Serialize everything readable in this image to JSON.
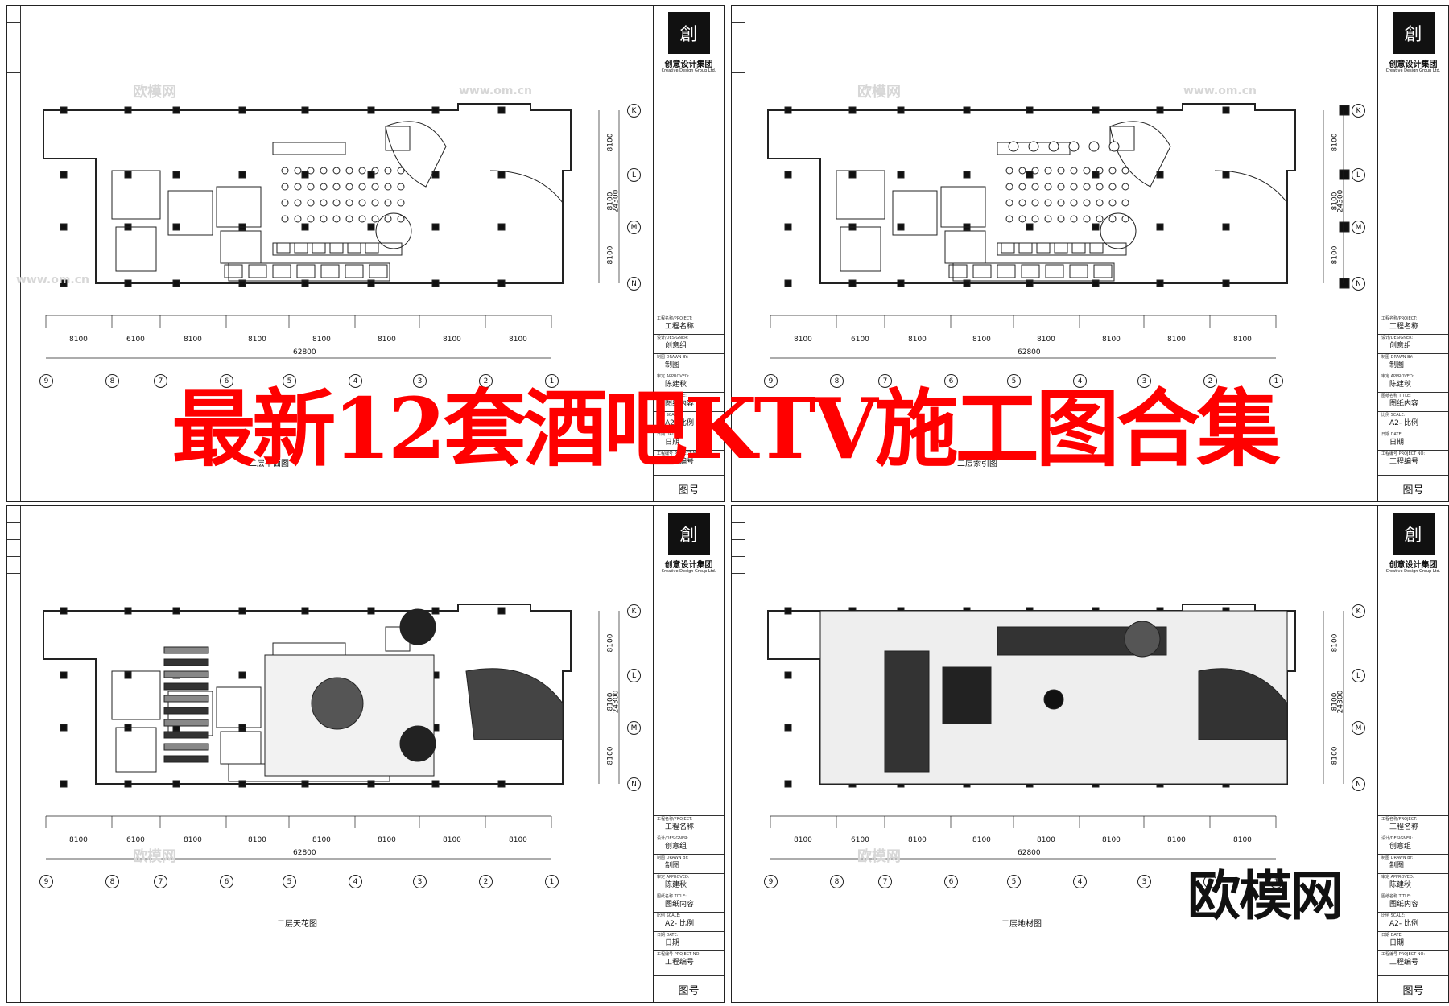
{
  "headline": "最新12套酒吧KTV施工图合集",
  "brand": "欧模网",
  "watermark_cn": "欧模网",
  "watermark_url": "www.om.cn",
  "titleblock": {
    "company": "创意设计集团",
    "company_en": "Creative Design Group Ltd.",
    "project_label": "工程名称/PROJECT:",
    "project_value": "工程名称",
    "designer_label": "设计/DESIGNER:",
    "designer_value": "创意组",
    "drawn_label": "制图 DRAWN BY:",
    "drawn_value": "制图",
    "approved_label": "审定 APPROVED:",
    "approved_value": "陈建秋",
    "title_label": "图纸名称 TITLE:",
    "title_value": "图纸内容",
    "scale_label": "比例 SCALE:",
    "scale_value": "A2- 比例",
    "date_label": "日期 DATE:",
    "date_value": "日期",
    "projno_label": "工程编号 PROJECT NO:",
    "projno_value": "工程编号",
    "sheet_value": "图号"
  },
  "sheets": [
    {
      "plan_title": "二层平面图"
    },
    {
      "plan_title": "二层索引图"
    },
    {
      "plan_title": "二层天花图"
    },
    {
      "plan_title": "二层地材图"
    }
  ],
  "dims": {
    "spans": [
      "8100",
      "6100",
      "8100",
      "8100",
      "8100",
      "8100",
      "8100",
      "8100"
    ],
    "total": "62800",
    "vertical": [
      "8100",
      "8100",
      "8100"
    ],
    "vertical_total": "24300"
  },
  "axis_numbers": [
    "9",
    "8",
    "7",
    "6",
    "5",
    "4",
    "3",
    "2",
    "1"
  ],
  "axis_letters": [
    "K",
    "L",
    "M",
    "N"
  ],
  "colors": {
    "headline": "#ff0000",
    "line": "#222222",
    "watermark": "#d7d7d7"
  }
}
